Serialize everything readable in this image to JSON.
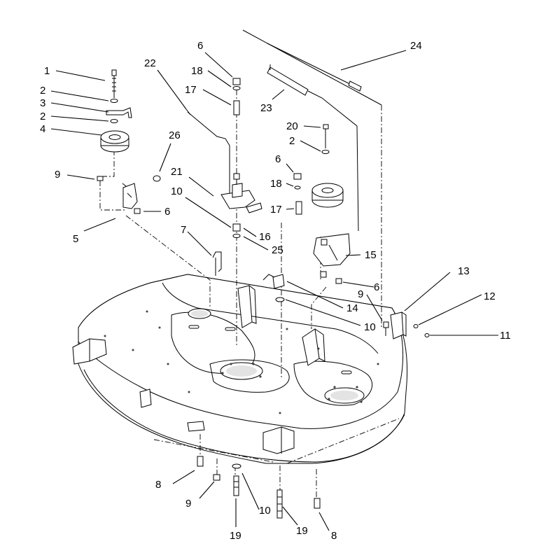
{
  "labels": {
    "l1": "1",
    "l2a": "2",
    "l3": "3",
    "l2b": "2",
    "l4": "4",
    "l9a": "9",
    "l5": "5",
    "l6a": "6",
    "l26": "26",
    "l22": "22",
    "l6b": "6",
    "l18a": "18",
    "l17a": "17",
    "l23": "23",
    "l24": "24",
    "l20": "20",
    "l2c": "2",
    "l6c": "6",
    "l18b": "18",
    "l17b": "17",
    "l21": "21",
    "l10a": "10",
    "l16": "16",
    "l7": "7",
    "l25": "25",
    "l15": "15",
    "l13": "13",
    "l9b": "9",
    "l6d": "6",
    "l12": "12",
    "l14": "14",
    "l10b": "10",
    "l11": "11",
    "l8a": "8",
    "l9c": "9",
    "l10c": "10",
    "l19a": "19",
    "l19b": "19",
    "l8b": "8"
  },
  "colors": {
    "ink": "#000000",
    "background": "#ffffff"
  }
}
